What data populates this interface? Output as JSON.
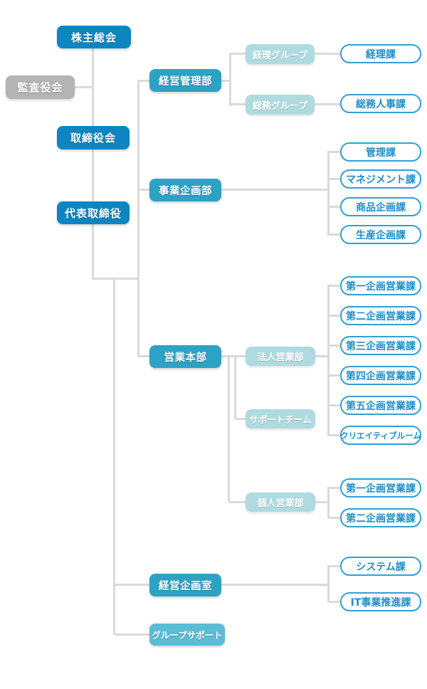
{
  "org_chart": {
    "type": "org-chart",
    "nodes": [
      {
        "id": "shareholders-meeting",
        "label": "株主総会",
        "type": "primary",
        "parent": null
      },
      {
        "id": "audit-board",
        "label": "監査役会",
        "type": "gray",
        "parent": "shareholders-meeting"
      },
      {
        "id": "board-of-directors",
        "label": "取締役会",
        "type": "primary",
        "parent": "shareholders-meeting"
      },
      {
        "id": "representative-director",
        "label": "代表取締役",
        "type": "primary",
        "parent": "board-of-directors"
      },
      {
        "id": "mgmt-admin-dept",
        "label": "経営管理部",
        "type": "secondary",
        "parent": "representative-director"
      },
      {
        "id": "accounting-group",
        "label": "経理グループ",
        "type": "group",
        "parent": "mgmt-admin-dept"
      },
      {
        "id": "accounting-section",
        "label": "経理課",
        "type": "leaf",
        "parent": "accounting-group"
      },
      {
        "id": "general-affairs-group",
        "label": "総務グループ",
        "type": "group",
        "parent": "mgmt-admin-dept"
      },
      {
        "id": "general-affairs-hr-section",
        "label": "総務人事課",
        "type": "leaf",
        "parent": "general-affairs-group"
      },
      {
        "id": "biz-planning-dept",
        "label": "事業企画部",
        "type": "secondary",
        "parent": "representative-director"
      },
      {
        "id": "admin-section",
        "label": "管理課",
        "type": "leaf",
        "parent": "biz-planning-dept"
      },
      {
        "id": "management-section",
        "label": "マネジメント課",
        "type": "leaf",
        "parent": "biz-planning-dept"
      },
      {
        "id": "product-planning-section",
        "label": "商品企画課",
        "type": "leaf",
        "parent": "biz-planning-dept"
      },
      {
        "id": "production-planning-section",
        "label": "生産企画課",
        "type": "leaf",
        "parent": "biz-planning-dept"
      },
      {
        "id": "sales-hq",
        "label": "営業本部",
        "type": "secondary",
        "parent": "representative-director"
      },
      {
        "id": "corporate-sales-dept",
        "label": "法人営業部",
        "type": "group",
        "parent": "sales-hq"
      },
      {
        "id": "corp-sales-section-1",
        "label": "第一企画営業課",
        "type": "leaf",
        "parent": "corporate-sales-dept"
      },
      {
        "id": "corp-sales-section-2",
        "label": "第二企画営業課",
        "type": "leaf",
        "parent": "corporate-sales-dept"
      },
      {
        "id": "corp-sales-section-3",
        "label": "第三企画営業課",
        "type": "leaf",
        "parent": "corporate-sales-dept"
      },
      {
        "id": "corp-sales-section-4",
        "label": "第四企画営業課",
        "type": "leaf",
        "parent": "corporate-sales-dept"
      },
      {
        "id": "corp-sales-section-5",
        "label": "第五企画営業課",
        "type": "leaf",
        "parent": "corporate-sales-dept"
      },
      {
        "id": "creative-room",
        "label": "クリエイティブルーム",
        "type": "leaf",
        "parent": "corporate-sales-dept"
      },
      {
        "id": "support-team",
        "label": "サポートチーム",
        "type": "group",
        "parent": "sales-hq"
      },
      {
        "id": "individual-sales-dept",
        "label": "個人営業部",
        "type": "group",
        "parent": "sales-hq"
      },
      {
        "id": "ind-sales-section-1",
        "label": "第一企画営業課",
        "type": "leaf",
        "parent": "individual-sales-dept"
      },
      {
        "id": "ind-sales-section-2",
        "label": "第二企画営業課",
        "type": "leaf",
        "parent": "individual-sales-dept"
      },
      {
        "id": "mgmt-planning-office",
        "label": "経営企画室",
        "type": "secondary",
        "parent": "representative-director"
      },
      {
        "id": "system-section",
        "label": "システム課",
        "type": "leaf",
        "parent": "mgmt-planning-office"
      },
      {
        "id": "it-business-promotion-section",
        "label": "IT事業推進課",
        "type": "leaf",
        "parent": "mgmt-planning-office"
      },
      {
        "id": "group-support",
        "label": "グループサポート",
        "type": "tertiary",
        "parent": "representative-director"
      }
    ],
    "colors": {
      "primary": "#0e85c0",
      "secondary": "#2da2c4",
      "tertiary": "#5bbcd6",
      "group": "#aedbdf",
      "gray": "#b4b4b4",
      "leaf_background": "#ffffff",
      "leaf_border": "#31a0d2",
      "leaf_text": "#1d8ec8",
      "connector": "#dadada"
    }
  }
}
